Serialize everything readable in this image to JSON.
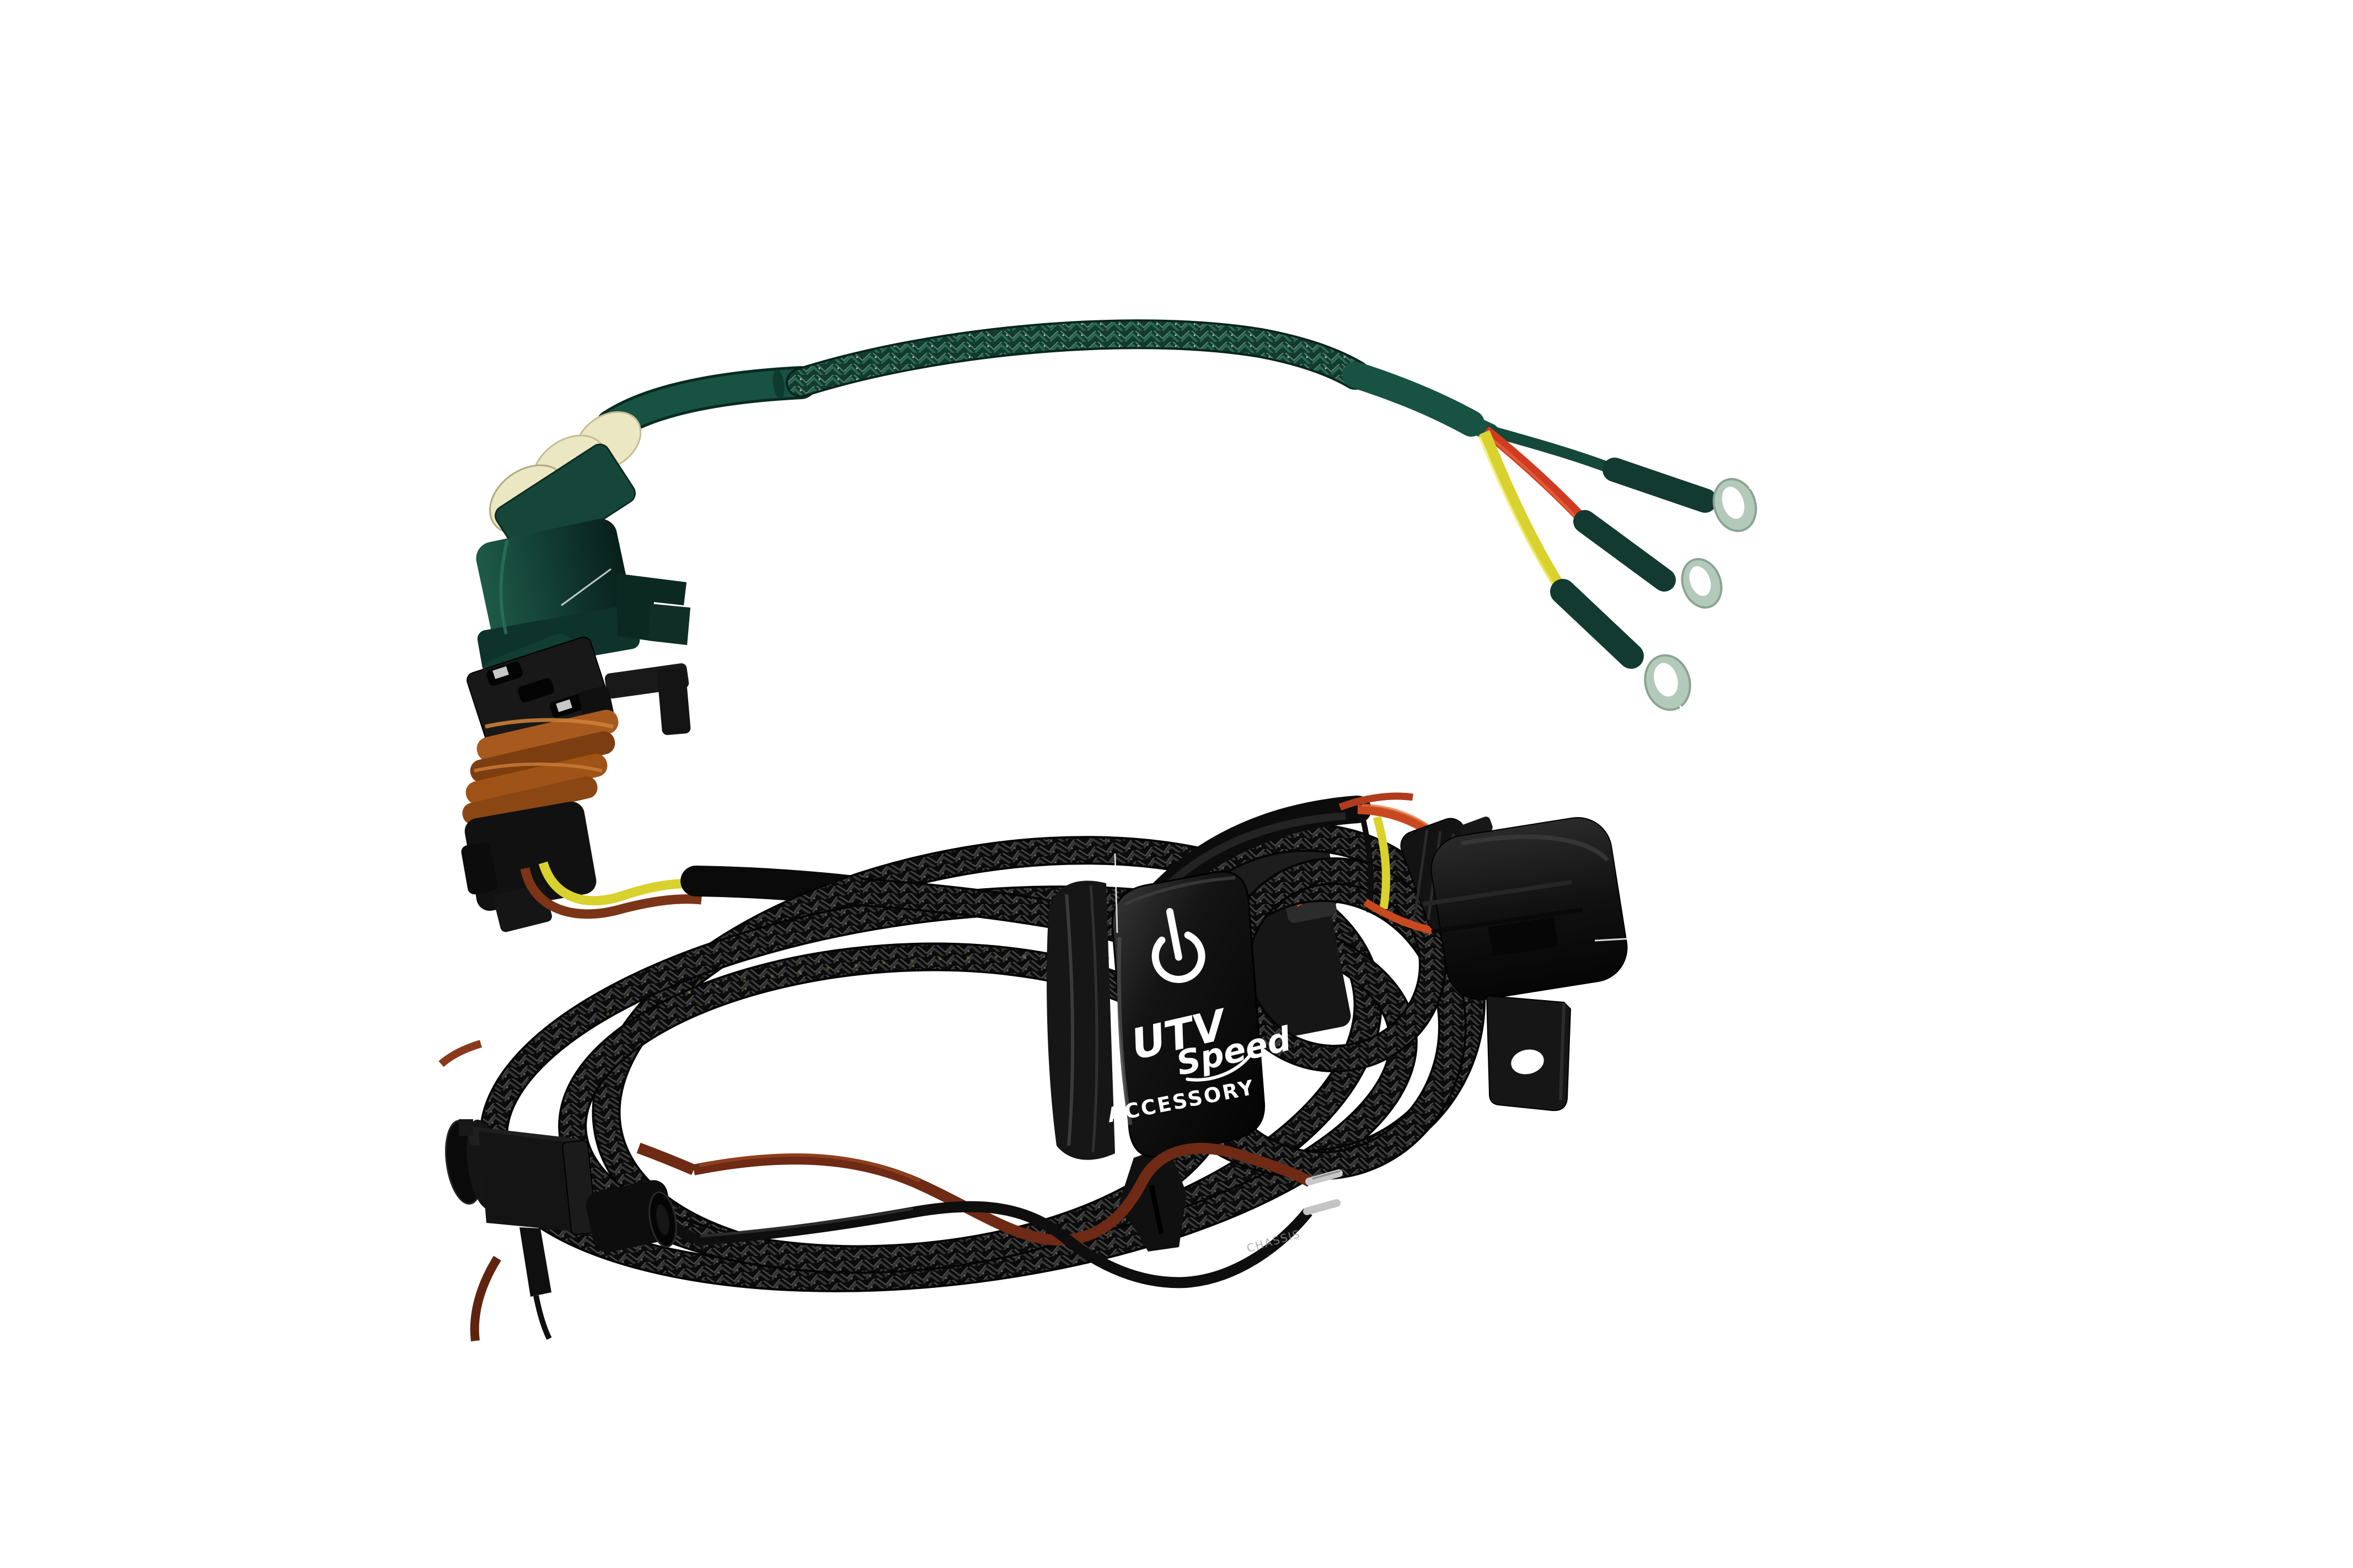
{
  "scene": {
    "type": "product-photo",
    "background_color": "#ffffff",
    "subject": "UTV accessory wiring harness with illuminated rocker switch, inline fuse holder, sealed connectors, braided loom and ring terminals on a white background"
  },
  "rocker_switch": {
    "icon": "power-icon",
    "logo_line1": "UTV",
    "logo_line2": "Speed",
    "label": "ACCESSORY",
    "face_color": "#0d0d0d",
    "print_color": "#ffffff"
  },
  "wire_markings": {
    "black_wire_print": "CHASSIS"
  },
  "palette": {
    "green_sleeve": "#175243",
    "green_braid": "#123b30",
    "black_braid": "#0b0b0b",
    "yellow_wire": "#d9d12d",
    "red_wire": "#cf3c22",
    "orange_wire": "#c8491f",
    "brown_wire": "#6e2a14",
    "black_wire": "#0e0e0e",
    "cream_seal": "#ebe7c3",
    "orange_seal": "#a85a1e",
    "ring_terminal": "#b3c9ba",
    "tinned_wire_tip": "#c7c7c7"
  },
  "components": [
    {
      "name": "green-tower-connector",
      "label": "green sealed tower connector with cream seals"
    },
    {
      "name": "orange-seal-connector",
      "label": "black connector with stacked orange seals"
    },
    {
      "name": "green-braided-pigtail",
      "label": "green braided pigtail cable"
    },
    {
      "name": "ring-terminals",
      "label": "three ring terminals on green, red and yellow wires"
    },
    {
      "name": "wire-loom-coils",
      "label": "coiled black braided wire loom"
    },
    {
      "name": "rocker-switch",
      "label": "backlit rocker switch"
    },
    {
      "name": "fuse-holder",
      "label": "inline fuse holder with mounting tab"
    },
    {
      "name": "male-bullet-connector",
      "label": "black sealed male connector"
    },
    {
      "name": "stripped-wire-leads",
      "label": "stripped tinned wire leads"
    }
  ]
}
